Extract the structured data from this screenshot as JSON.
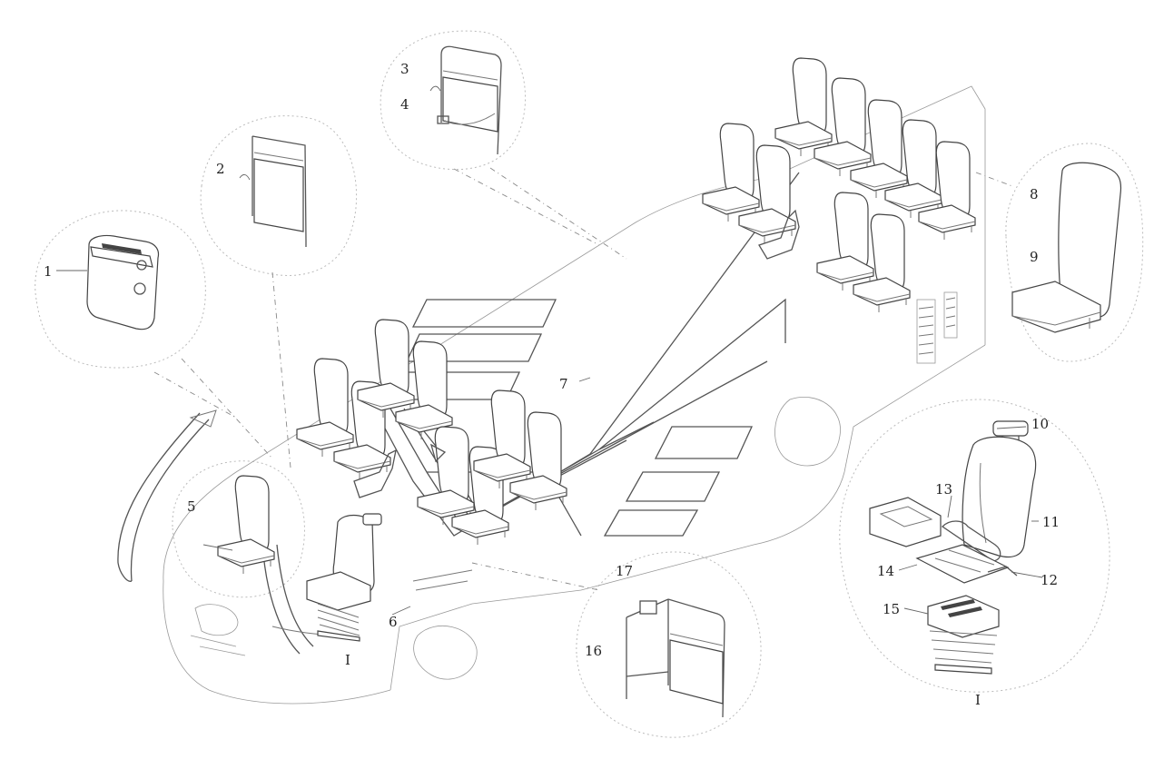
{
  "callouts": {
    "c1": "1",
    "c2": "2",
    "c3": "3",
    "c4": "4",
    "c5": "5",
    "c6": "6",
    "c7": "7",
    "c8": "8",
    "c9": "9",
    "c10": "10",
    "c11": "11",
    "c12": "12",
    "c13": "13",
    "c14": "14",
    "c15": "15",
    "c16": "16",
    "c17": "17",
    "detail_left": "I",
    "detail_right": "I"
  },
  "colors": {
    "line": "#444444",
    "background": "#ffffff"
  }
}
